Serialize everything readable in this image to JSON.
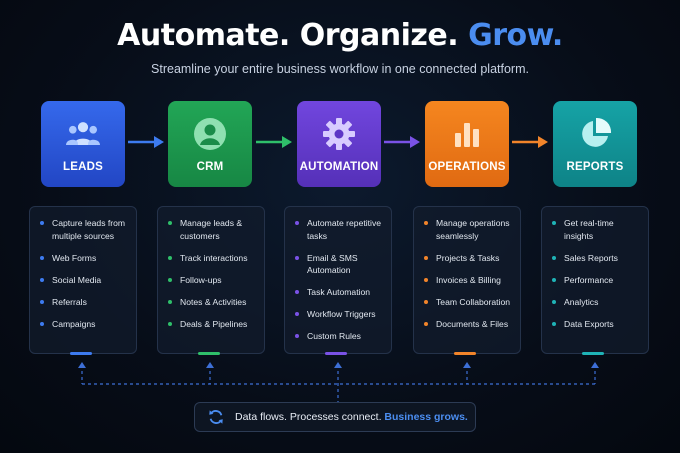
{
  "header": {
    "title_part1": "Automate.",
    "title_part2": "Organize.",
    "title_part3": "Grow.",
    "subtitle": "Streamline your entire business workflow in one connected platform."
  },
  "stages": [
    {
      "label": "LEADS",
      "icon": "users-icon",
      "color": "#2f5fe0",
      "items": [
        "Capture leads from multiple sources",
        "Web Forms",
        "Social Media",
        "Referrals",
        "Campaigns"
      ]
    },
    {
      "label": "CRM",
      "icon": "user-icon",
      "color": "#1e9b4f",
      "items": [
        "Manage leads & customers",
        "Track interactions",
        "Follow-ups",
        "Notes & Activities",
        "Deals & Pipelines"
      ]
    },
    {
      "label": "AUTOMATION",
      "icon": "gear-icon",
      "color": "#6a3fd4",
      "items": [
        "Automate repetitive tasks",
        "Email & SMS Automation",
        "Task Automation",
        "Workflow Triggers",
        "Custom Rules"
      ]
    },
    {
      "label": "OPERATIONS",
      "icon": "bar-chart-icon",
      "color": "#ee7a1a",
      "items": [
        "Manage operations seamlessly",
        "Projects & Tasks",
        "Invoices & Billing",
        "Team Collaboration",
        "Documents & Files"
      ]
    },
    {
      "label": "REPORTS",
      "icon": "pie-chart-icon",
      "color": "#12969a",
      "items": [
        "Get real-time insights",
        "Sales Reports",
        "Performance",
        "Analytics",
        "Data Exports"
      ]
    }
  ],
  "footer": {
    "text_part1": "Data flows. Processes connect.",
    "text_part2": "Business grows.",
    "icon": "sync-icon"
  },
  "colors": {
    "accent": "#4b8df0",
    "background": "#070d18"
  }
}
